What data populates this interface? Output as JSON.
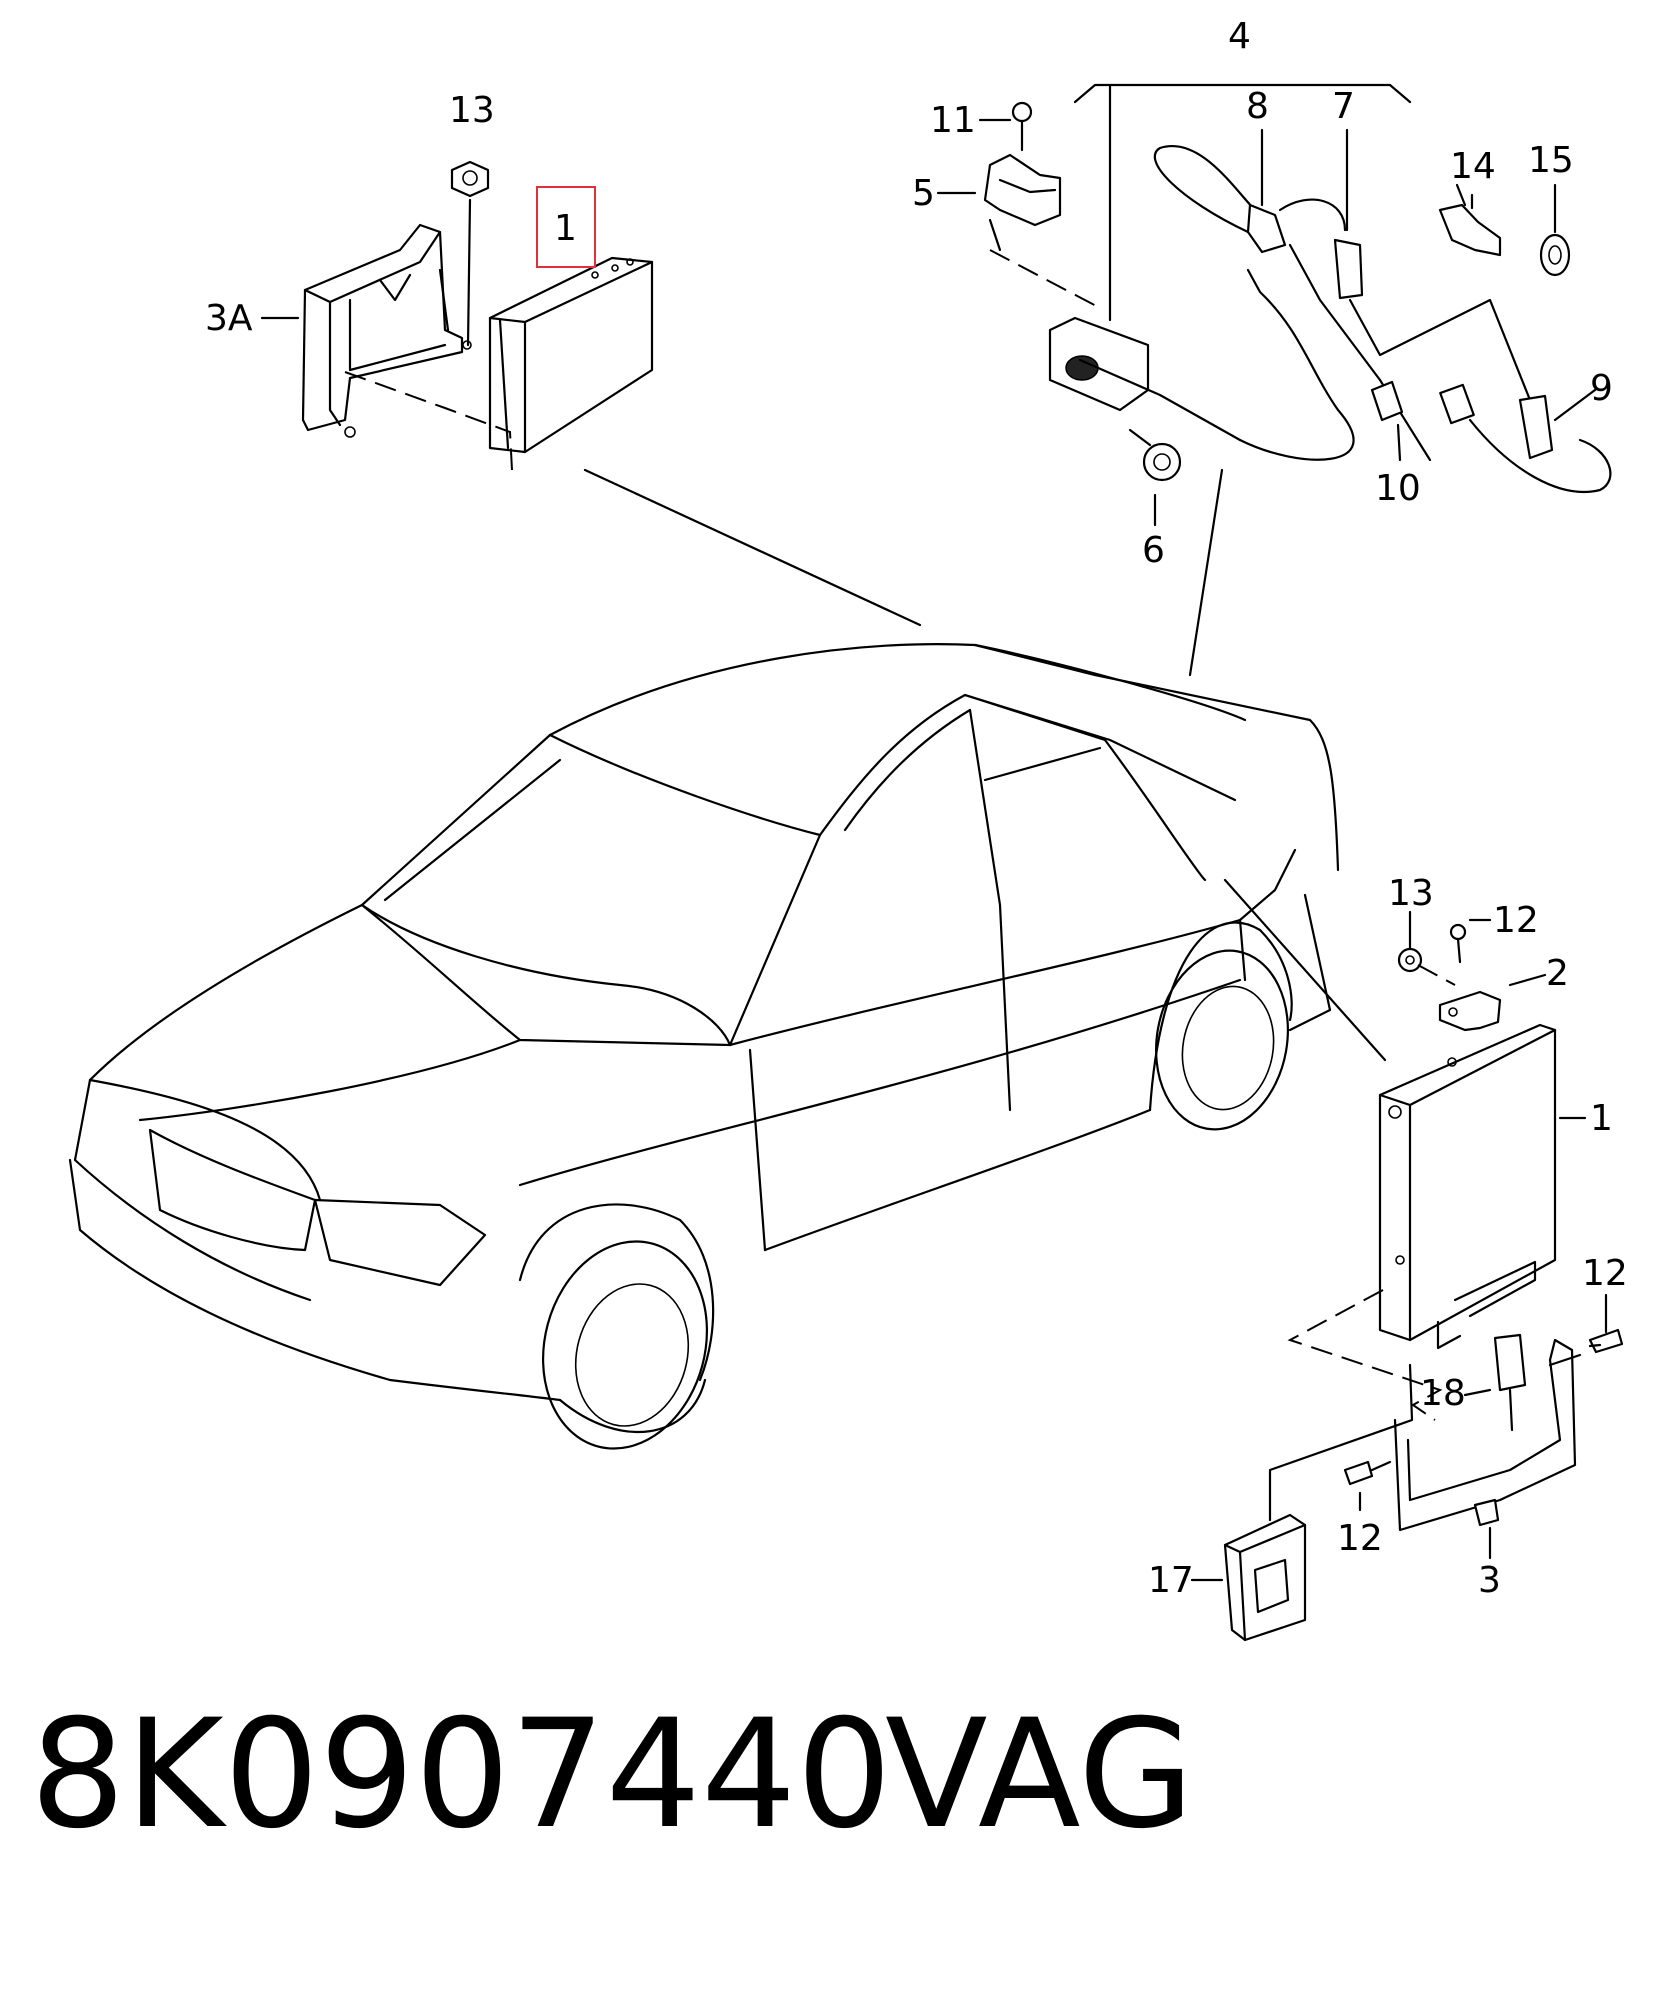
{
  "labels": {
    "l13a": "13",
    "l1a": "1",
    "l3A": "3A",
    "l4": "4",
    "l11": "11",
    "l5": "5",
    "l8": "8",
    "l7": "7",
    "l14": "14",
    "l15": "15",
    "l9": "9",
    "l10": "10",
    "l6": "6",
    "l13b": "13",
    "l12a": "12",
    "l2": "2",
    "l1b": "1",
    "l12b": "12",
    "l18": "18",
    "l12c": "12",
    "l17": "17",
    "l3": "3"
  },
  "highlight_color": "#e0303a",
  "footer": {
    "part_number": "8K0907440",
    "brand": "VAG"
  }
}
